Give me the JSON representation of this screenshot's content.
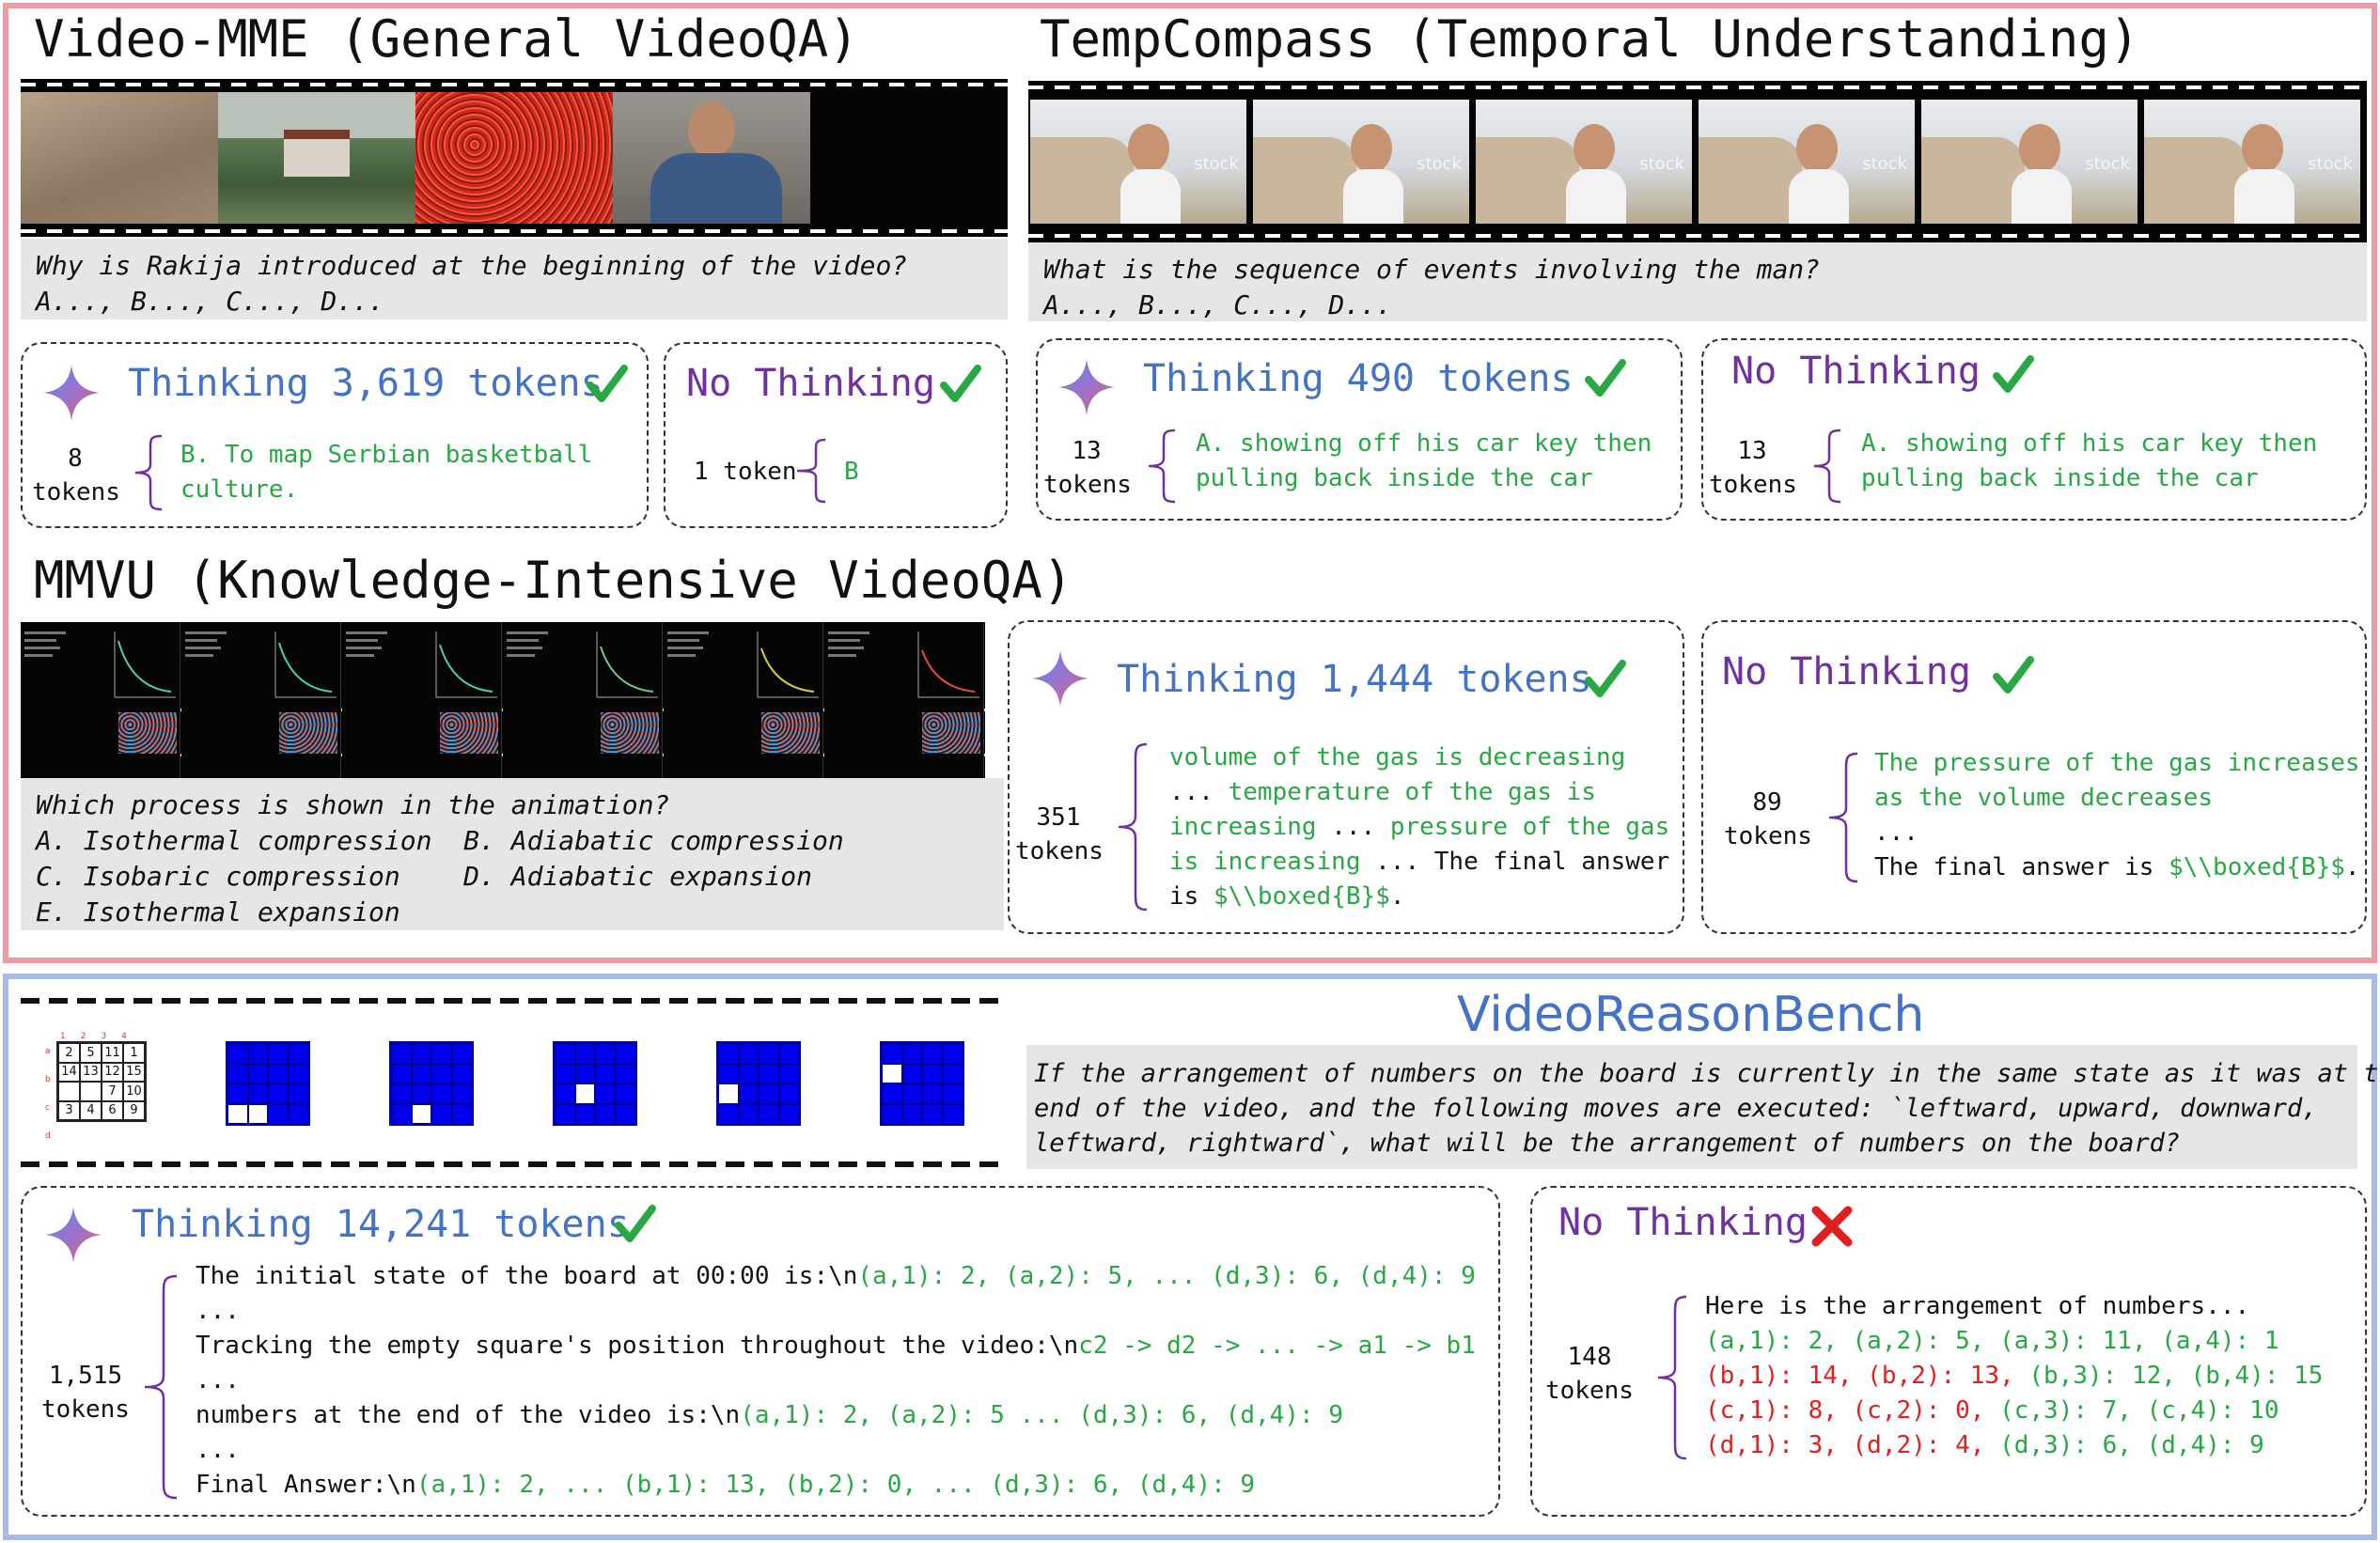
{
  "video_mme": {
    "title": "Video-MME (General VideoQA)",
    "question": "Why is Rakija introduced at the beginning of the video?\nA..., B..., C..., D...",
    "thinking": {
      "label": "Thinking 3,619 tokens",
      "tokens": "8\ntokens",
      "answer": "B. To map Serbian basketball\nculture."
    },
    "no_thinking": {
      "label": "No Thinking",
      "tokens": "1 token",
      "answer": "B"
    }
  },
  "tempcompass": {
    "title": "TempCompass (Temporal Understanding)",
    "question": "What is the sequence of events involving the man?\nA..., B..., C..., D...",
    "frames_watermark": "stock",
    "thinking": {
      "label": "Thinking 490 tokens",
      "tokens": "13\ntokens",
      "answer": "A. showing off his car key then\npulling back inside the car"
    },
    "no_thinking": {
      "label": "No Thinking",
      "tokens": "13\ntokens",
      "answer": "A. showing off his car key then\npulling back inside the car"
    }
  },
  "mmvu": {
    "title": "MMVU (Knowledge-Intensive VideoQA)",
    "question": "Which process is shown in the animation?\nA. Isothermal compression  B. Adiabatic compression\nC. Isobaric compression    D. Adiabatic expansion\nE. Isothermal expansion",
    "thinking": {
      "label": "Thinking 1,444 tokens",
      "tokens": "351\ntokens",
      "lines": [
        [
          {
            "t": "volume of the gas is decreasing",
            "c": "g"
          }
        ],
        [
          {
            "t": "... ",
            "c": "k"
          },
          {
            "t": "temperature of the gas is",
            "c": "g"
          }
        ],
        [
          {
            "t": "increasing",
            "c": "g"
          },
          {
            "t": " ... ",
            "c": "k"
          },
          {
            "t": "pressure of the gas",
            "c": "g"
          }
        ],
        [
          {
            "t": "is increasing",
            "c": "g"
          },
          {
            "t": " ... The final answer",
            "c": "k"
          }
        ],
        [
          {
            "t": "is ",
            "c": "k"
          },
          {
            "t": "$\\\\boxed{B}$",
            "c": "g"
          },
          {
            "t": ".",
            "c": "k"
          }
        ]
      ]
    },
    "no_thinking": {
      "label": "No Thinking",
      "tokens": "89\ntokens",
      "lines": [
        [
          {
            "t": "The pressure of the gas increases",
            "c": "g"
          }
        ],
        [
          {
            "t": "as the volume decreases",
            "c": "g"
          }
        ],
        [
          {
            "t": "...",
            "c": "k"
          }
        ],
        [
          {
            "t": "The final answer is ",
            "c": "k"
          },
          {
            "t": "$\\\\boxed{B}$",
            "c": "g"
          },
          {
            "t": ".",
            "c": "k"
          }
        ]
      ]
    }
  },
  "videoreasonbench": {
    "title": "VideoReasonBench",
    "question": "If the arrangement of numbers on the board is currently in the same state as it was at the\nend of the video, and the following moves are executed: `leftward, upward, downward,\nleftward, rightward`, what will be the arrangement of numbers on the board?",
    "board_numbers": [
      "2",
      "5",
      "11",
      "1",
      "14",
      "13",
      "12",
      "15",
      "",
      "",
      "7",
      "10",
      "3",
      "4",
      "6",
      "9"
    ],
    "thinking": {
      "label": "Thinking 14,241 tokens",
      "tokens": "1,515\ntokens",
      "lines": [
        [
          {
            "t": "The initial state of the board at 00:00 is:\\n",
            "c": "k"
          },
          {
            "t": "(a,1): 2, (a,2): 5, ... (d,3): 6, (d,4): 9",
            "c": "g"
          }
        ],
        [
          {
            "t": "...",
            "c": "k"
          }
        ],
        [
          {
            "t": "Tracking the empty square's position throughout the video:\\n",
            "c": "k"
          },
          {
            "t": "c2 -> d2 -> ... -> a1 -> b1",
            "c": "g"
          }
        ],
        [
          {
            "t": "...",
            "c": "k"
          }
        ],
        [
          {
            "t": "numbers at the end of the video is:\\n",
            "c": "k"
          },
          {
            "t": "(a,1): 2, (a,2): 5 ... (d,3): 6, (d,4): 9",
            "c": "g"
          }
        ],
        [
          {
            "t": "...",
            "c": "k"
          }
        ],
        [
          {
            "t": "Final Answer:\\n",
            "c": "k"
          },
          {
            "t": "(a,1): 2, ... (b,1): 13, (b,2): 0, ... (d,3): 6, (d,4): 9",
            "c": "g"
          }
        ]
      ]
    },
    "no_thinking": {
      "label": "No Thinking",
      "tokens": "148\ntokens",
      "lines": [
        [
          {
            "t": "Here is the arrangement of numbers...",
            "c": "k"
          }
        ],
        [
          {
            "t": "(a,1): 2, (a,2): 5, (a,3): 11, (a,4): 1",
            "c": "g"
          }
        ],
        [
          {
            "t": "(b,1): 14, (b,2): 13, ",
            "c": "r"
          },
          {
            "t": "(b,3): 12, (b,4): 15",
            "c": "g"
          }
        ],
        [
          {
            "t": "(c,1): 8, (c,2): 0, ",
            "c": "r"
          },
          {
            "t": "(c,3): 7, (c,4): 10",
            "c": "g"
          }
        ],
        [
          {
            "t": "(d,1): 3, (d,2): 4, ",
            "c": "r"
          },
          {
            "t": "(d,3): 6, (d,4): 9",
            "c": "g"
          }
        ]
      ]
    }
  },
  "colors": {
    "thinking": "#4472c4",
    "no_thinking": "#7030a0",
    "correct": "#27a845",
    "wrong": "#e02020",
    "top_border": "#ef9aa4",
    "bottom_border": "#a8bbe6"
  }
}
